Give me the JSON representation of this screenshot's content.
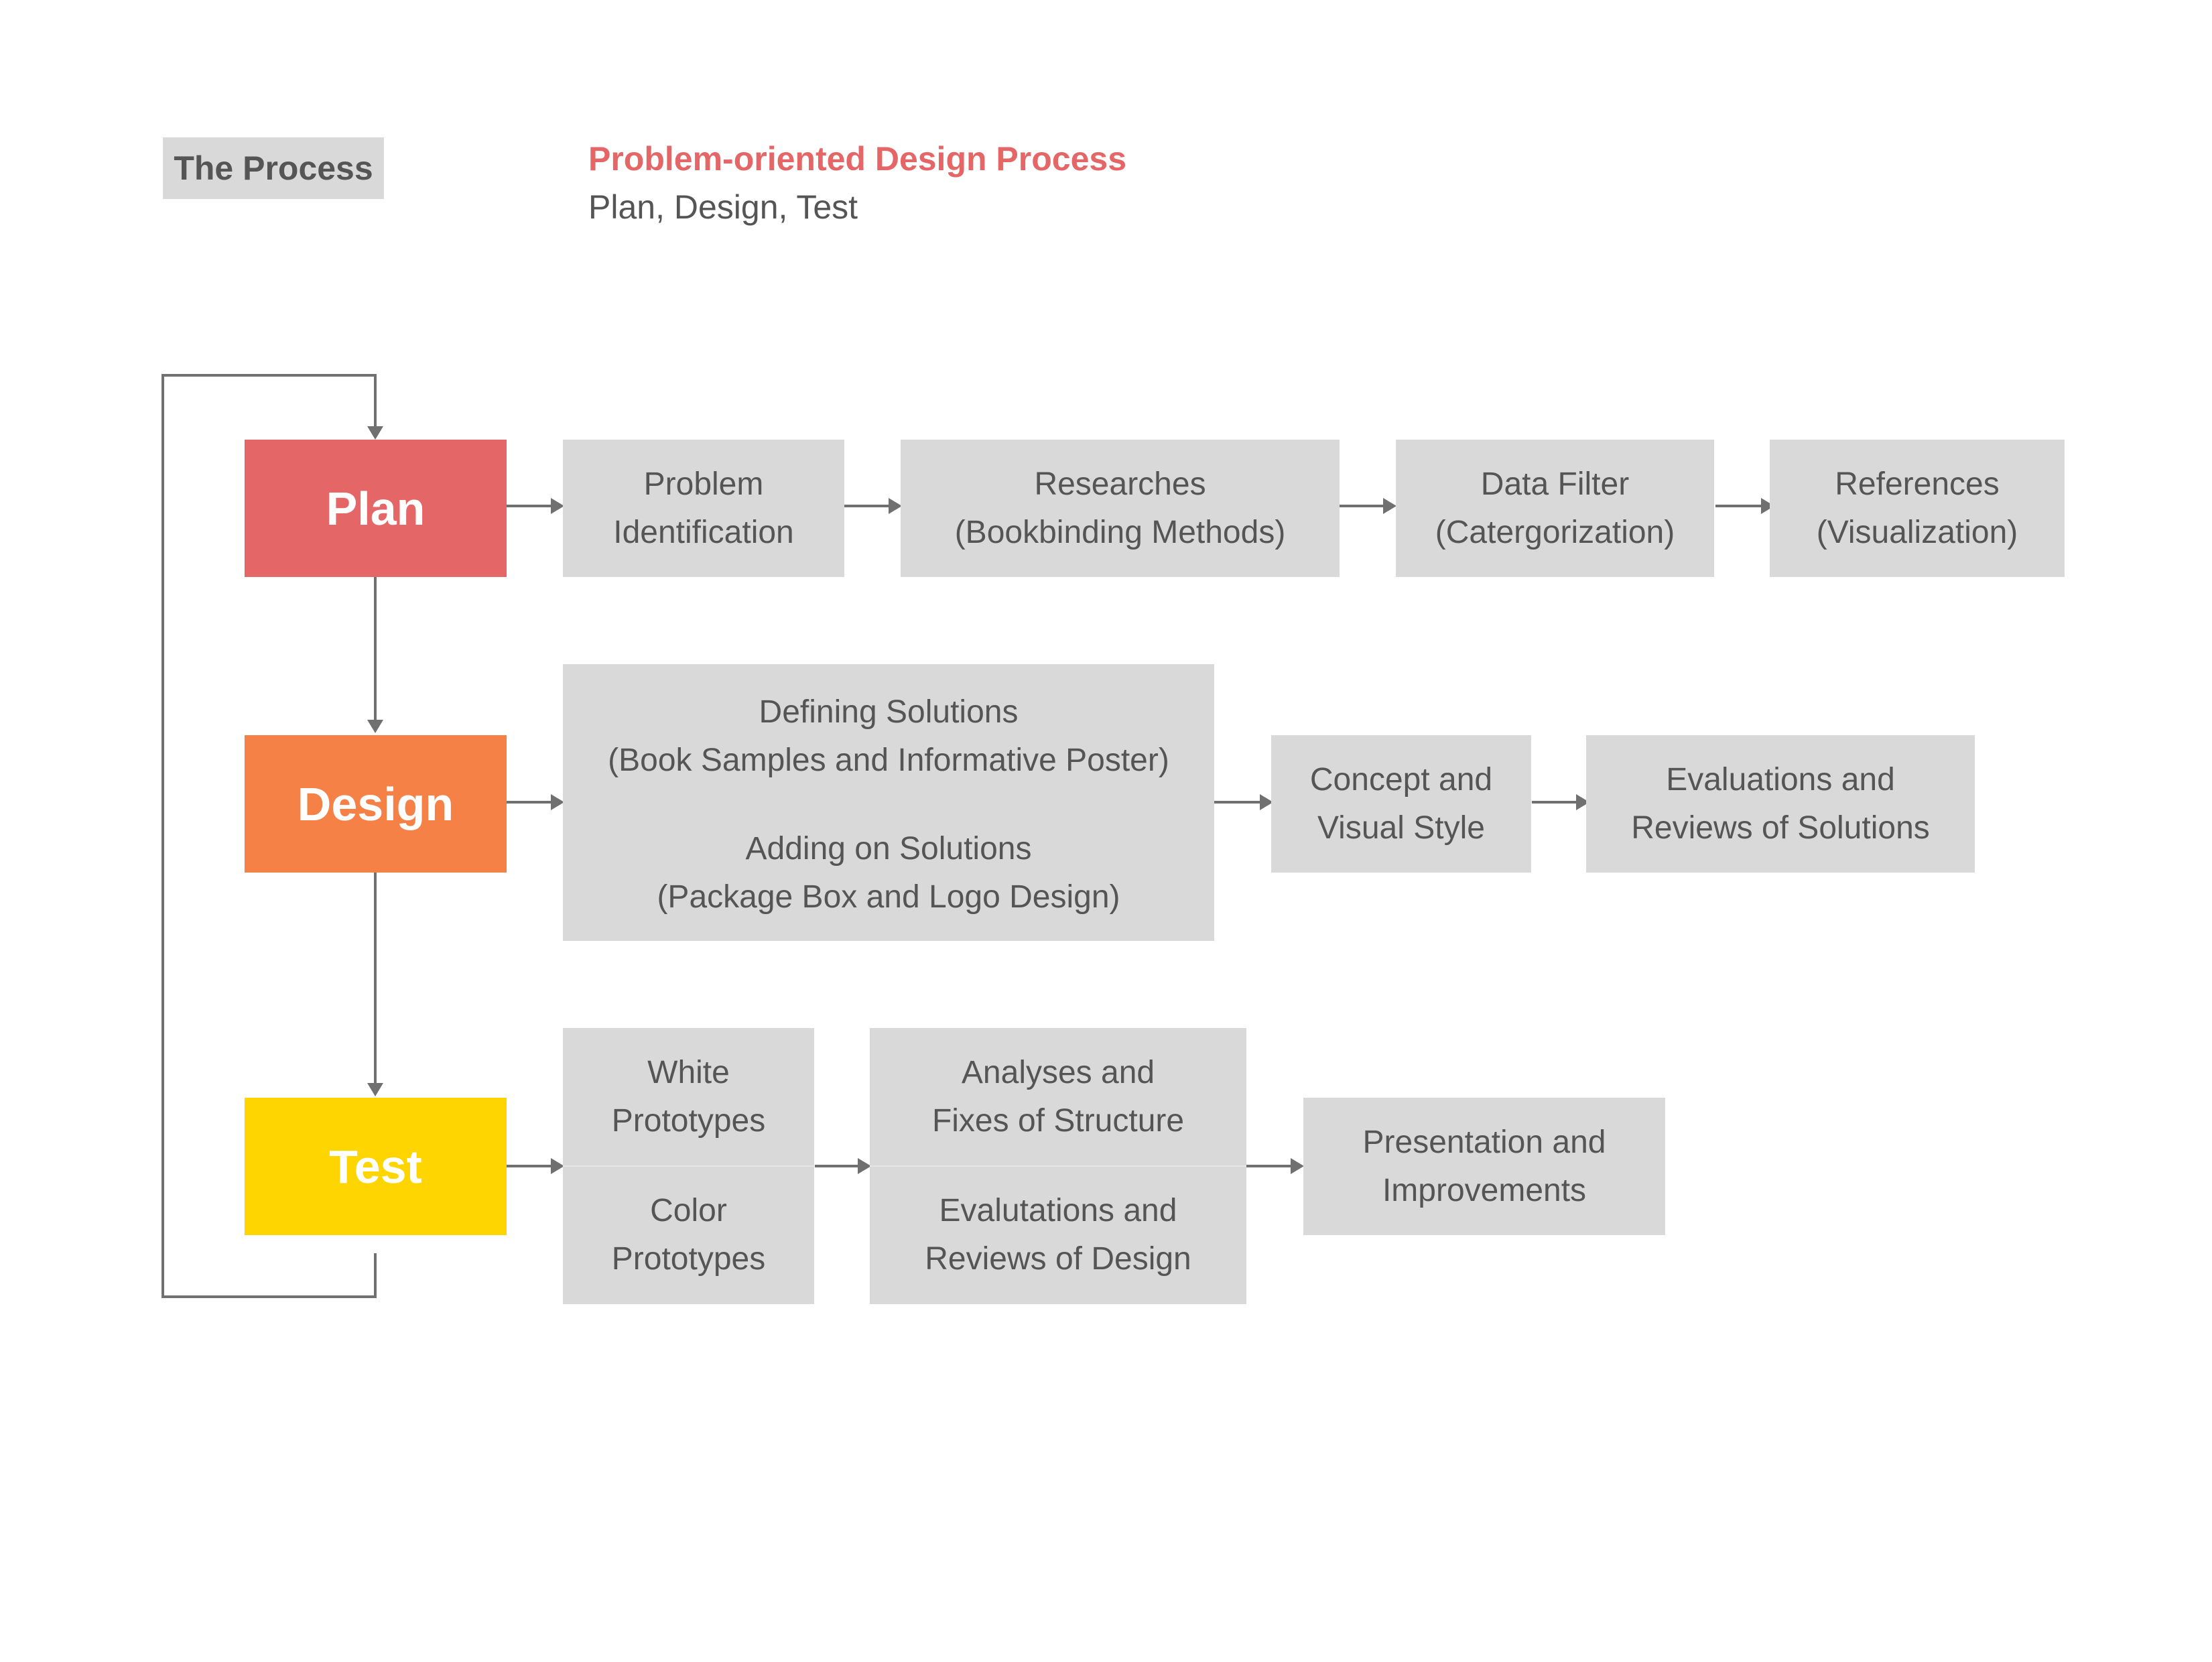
{
  "header": {
    "tag": "The Process",
    "title": "Problem-oriented Design Process",
    "subtitle": "Plan, Design, Test"
  },
  "colors": {
    "plan": "#e46666",
    "design": "#f58146",
    "test": "#ffd500",
    "title": "#e46666",
    "box": "#d9d9d9",
    "arrow": "#707070"
  },
  "stages": {
    "plan": "Plan",
    "design": "Design",
    "test": "Test"
  },
  "plan_steps": [
    {
      "line1": "Problem",
      "line2": "Identification"
    },
    {
      "line1": "Researches",
      "line2": "(Bookbinding Methods)"
    },
    {
      "line1": "Data Filter",
      "line2": "(Catergorization)"
    },
    {
      "line1": "References",
      "line2": "(Visualization)"
    }
  ],
  "design_steps": {
    "solutions": {
      "defining_line1": "Defining Solutions",
      "defining_line2": "(Book Samples and Informative Poster)",
      "adding_line1": "Adding on Solutions",
      "adding_line2": "(Package Box and Logo Design)"
    },
    "concept": {
      "line1": "Concept and",
      "line2": "Visual Style"
    },
    "evaluations": {
      "line1": "Evaluations and",
      "line2": "Reviews of Solutions"
    }
  },
  "test_steps": {
    "prototypes": {
      "white_line1": "White",
      "white_line2": "Prototypes",
      "color_line1": "Color",
      "color_line2": "Prototypes"
    },
    "analyses": {
      "top_line1": "Analyses and",
      "top_line2": "Fixes of Structure",
      "bottom_line1": "Evalutations and",
      "bottom_line2": "Reviews of Design"
    },
    "presentation": {
      "line1": "Presentation and",
      "line2": "Improvements"
    }
  }
}
